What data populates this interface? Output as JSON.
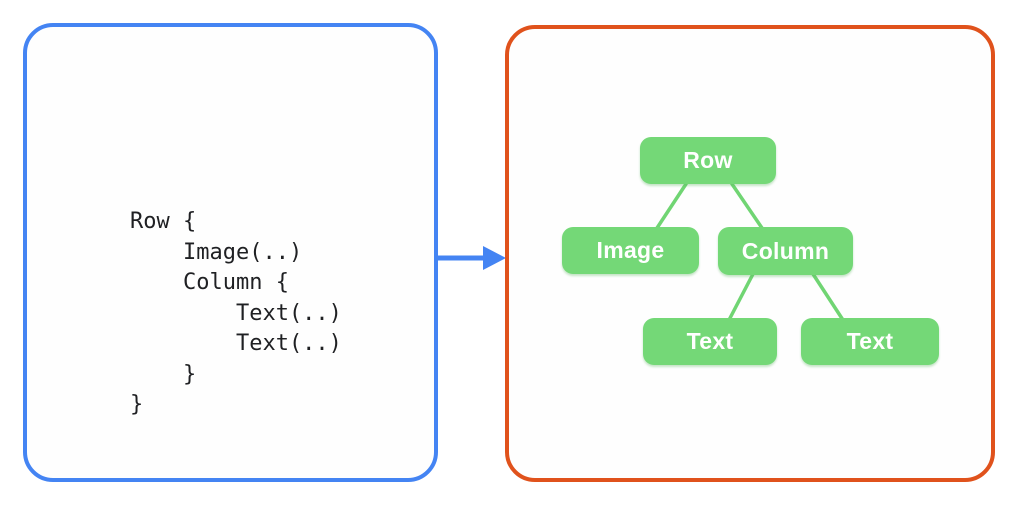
{
  "code_panel": {
    "code": {
      "lines": [
        "Row {",
        "    Image(..)",
        "    Column {",
        "        Text(..)",
        "        Text(..)",
        "    }",
        "}"
      ]
    }
  },
  "arrow": {
    "direction": "right"
  },
  "tree_panel": {
    "nodes": [
      {
        "id": "row",
        "label": "Row"
      },
      {
        "id": "image",
        "label": "Image"
      },
      {
        "id": "column",
        "label": "Column"
      },
      {
        "id": "text1",
        "label": "Text"
      },
      {
        "id": "text2",
        "label": "Text"
      }
    ],
    "edges": [
      {
        "from": "row",
        "to": "image"
      },
      {
        "from": "row",
        "to": "column"
      },
      {
        "from": "column",
        "to": "text1"
      },
      {
        "from": "column",
        "to": "text2"
      }
    ]
  },
  "colors": {
    "background": "#ffffff",
    "code_panel_border": "#4484f3",
    "tree_panel_border": "#e0521c",
    "arrow": "#4484f3",
    "node_fill": "#74d877",
    "node_text": "#ffffff",
    "connector": "#70d573",
    "code_text": "#1f2023"
  }
}
